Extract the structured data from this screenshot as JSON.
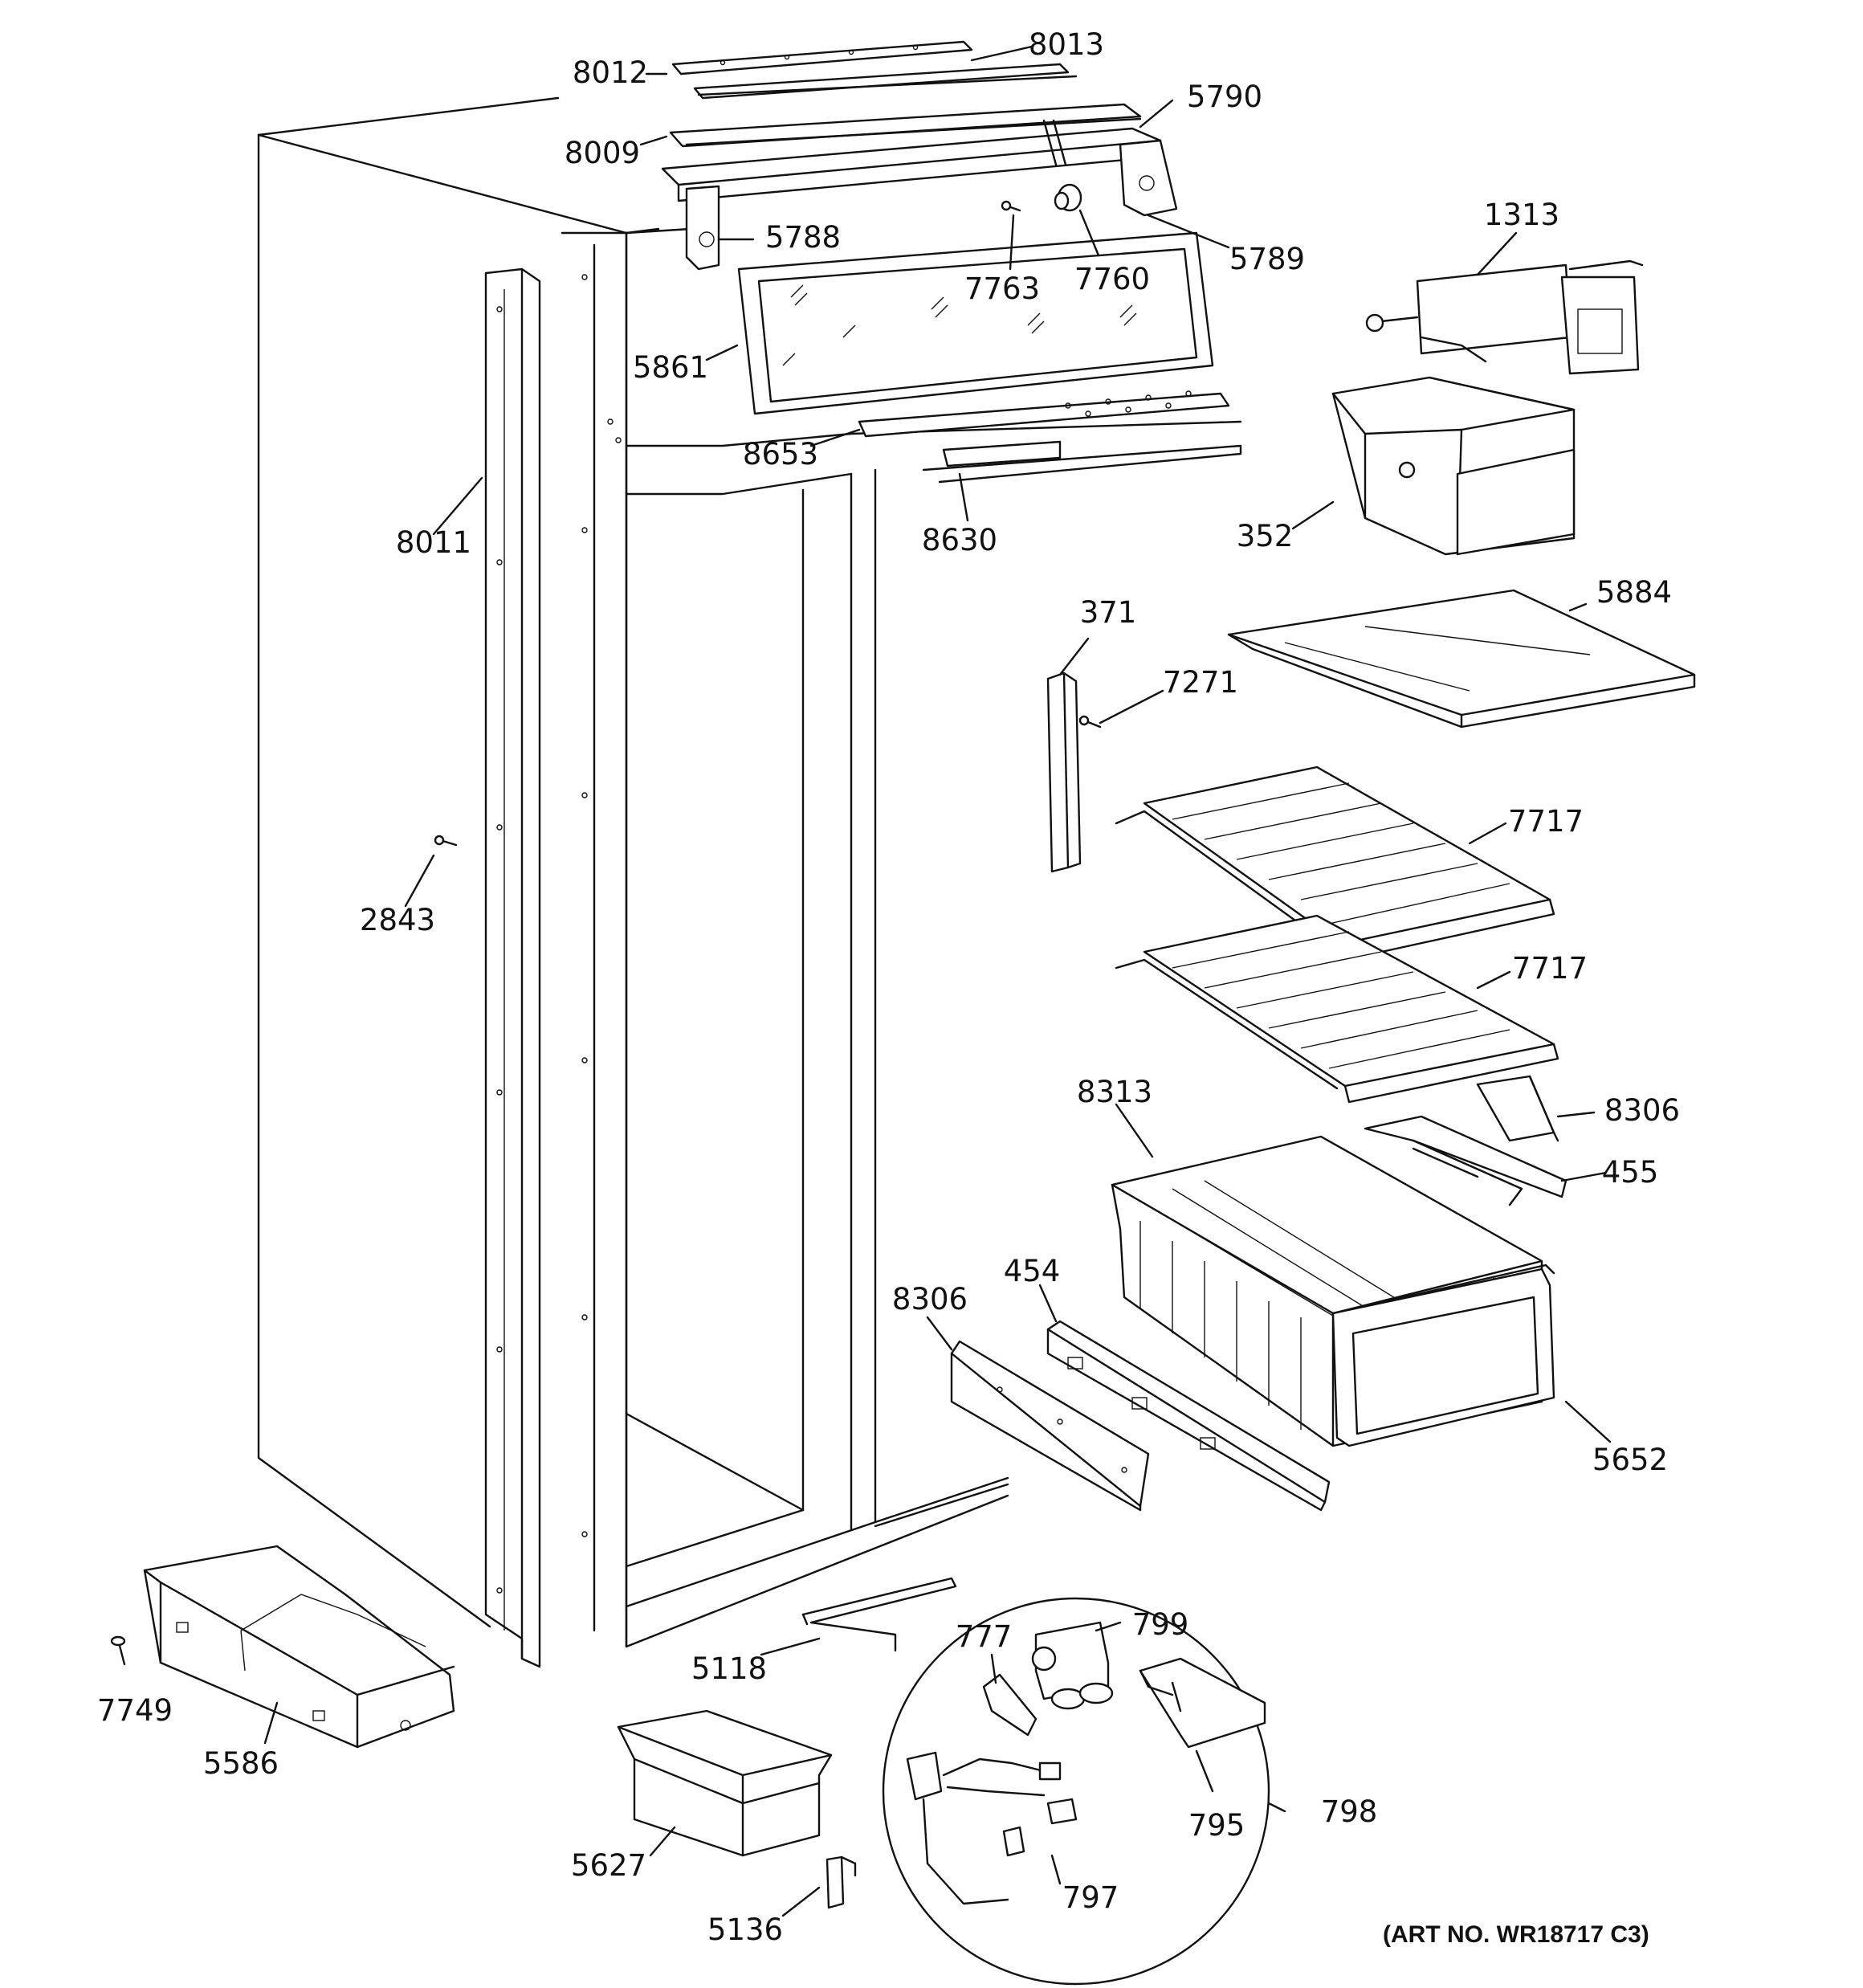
{
  "diagram": {
    "labels": {
      "p8012": "8012",
      "p8013": "8013",
      "p5790": "5790",
      "p8009": "8009",
      "p5788": "5788",
      "p7763": "7763",
      "p7760": "7760",
      "p5789": "5789",
      "p1313": "1313",
      "p5861": "5861",
      "p8653": "8653",
      "p8630": "8630",
      "p352": "352",
      "p8011": "8011",
      "p371": "371",
      "p5884": "5884",
      "p7271": "7271",
      "p7717a": "7717",
      "p2843": "2843",
      "p7717b": "7717",
      "p8313": "8313",
      "p8306a": "8306",
      "p455": "455",
      "p454": "454",
      "p8306b": "8306",
      "p5652": "5652",
      "p5118": "5118",
      "p777": "777",
      "p799": "799",
      "p7749": "7749",
      "p5586": "5586",
      "p795": "795",
      "p798": "798",
      "p5627": "5627",
      "p797": "797",
      "p5136": "5136"
    },
    "art_number": "(ART NO. WR18717 C3)"
  }
}
